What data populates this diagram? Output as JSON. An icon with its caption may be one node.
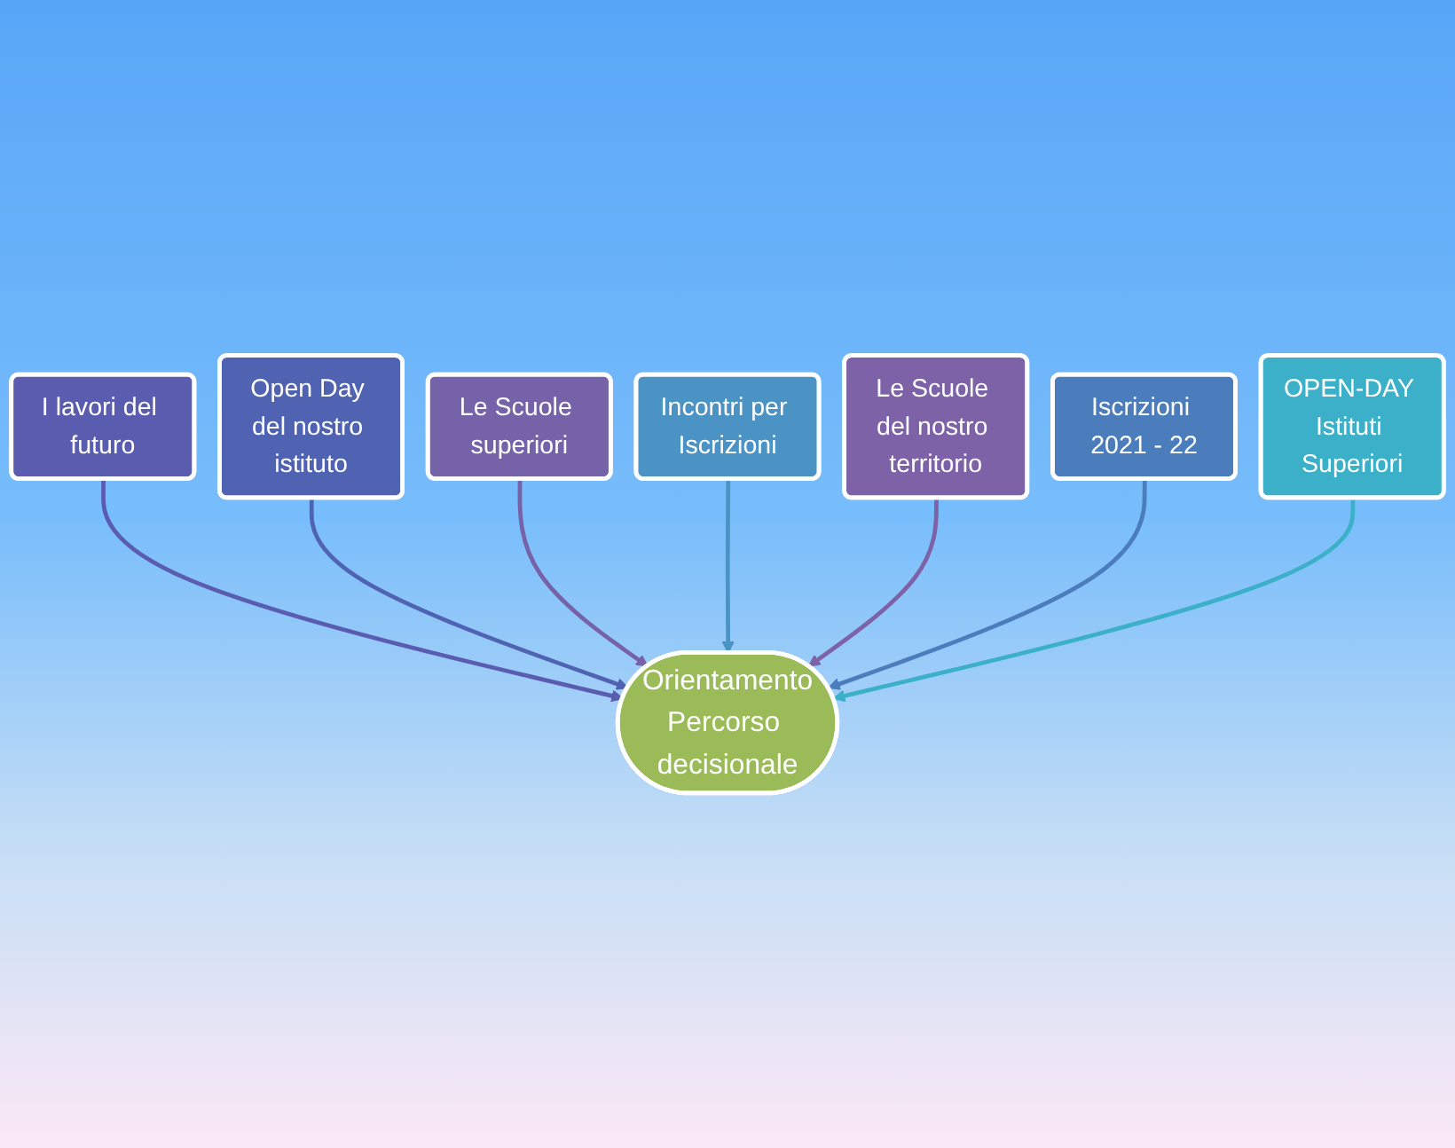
{
  "diagram": {
    "nodes": [
      {
        "text": [
          "Orientamento",
          "Percorso decisionale"
        ]
      },
      {
        "text": [
          "I lavori del futuro"
        ]
      },
      {
        "text": [
          "Open Day del nostro istituto"
        ]
      },
      {
        "text": [
          "Le Scuole superiori"
        ]
      },
      {
        "text": [
          "Incontri per Iscrizioni"
        ]
      },
      {
        "text": [
          "Le Scuole del nostro territorio"
        ]
      },
      {
        "text": [
          "Iscrizioni 2021 - 22"
        ]
      },
      {
        "text": [
          "OPEN-DAY Istituti Superiori"
        ]
      }
    ],
    "edges": [
      {
        "from": 1,
        "to": 0,
        "arrow": "to",
        "color": "#5a5cb0"
      },
      {
        "from": 2,
        "to": 0,
        "arrow": "to",
        "color": "#4f63b2"
      },
      {
        "from": 3,
        "to": 0,
        "arrow": "to",
        "color": "#7562a8"
      },
      {
        "from": 4,
        "to": 0,
        "arrow": "to",
        "color": "#4b93c4"
      },
      {
        "from": 5,
        "to": 0,
        "arrow": "to",
        "color": "#7d62a8"
      },
      {
        "from": 6,
        "to": 0,
        "arrow": "to",
        "color": "#4b7dbd"
      },
      {
        "from": 7,
        "to": 0,
        "arrow": "to",
        "color": "#3cb0c8"
      }
    ]
  }
}
